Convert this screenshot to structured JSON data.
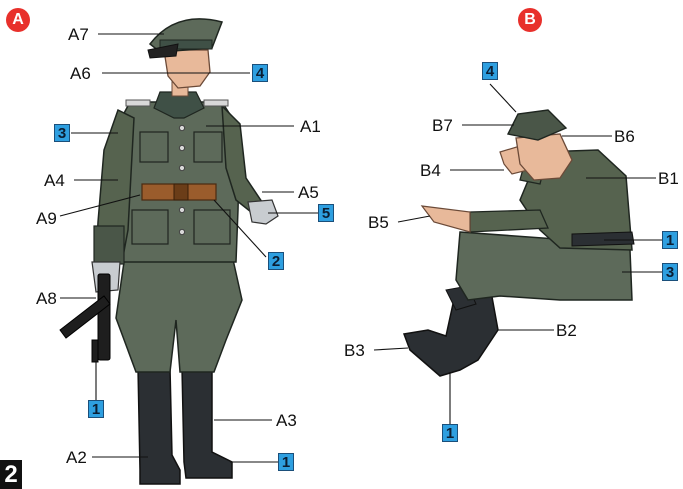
{
  "step_number": "2",
  "figure_a": {
    "badge": "A",
    "labels": {
      "a7": "A7",
      "a6": "A6",
      "a1": "A1",
      "a4": "A4",
      "a5": "A5",
      "a9": "A9",
      "a8": "A8",
      "a3": "A3",
      "a2": "A2"
    },
    "color_refs": {
      "head": "4",
      "torso": "3",
      "glove": "5",
      "belt_area": "2",
      "gun": "1",
      "boot": "1"
    }
  },
  "figure_b": {
    "badge": "B",
    "labels": {
      "b7": "B7",
      "b6": "B6",
      "b4": "B4",
      "b1": "B1",
      "b5": "B5",
      "b2": "B2",
      "b3": "B3"
    },
    "color_refs": {
      "cap": "4",
      "belt": "1",
      "trousers": "3",
      "boot": "1"
    }
  },
  "colors": {
    "uniform": "#5d6a5a",
    "collar": "#3f5046",
    "belt": "#9a5c2c",
    "boots": "#2b2f33",
    "skin": "#e8b99a",
    "ref_box": "#2e9fe0",
    "badge": "#e8302b"
  }
}
